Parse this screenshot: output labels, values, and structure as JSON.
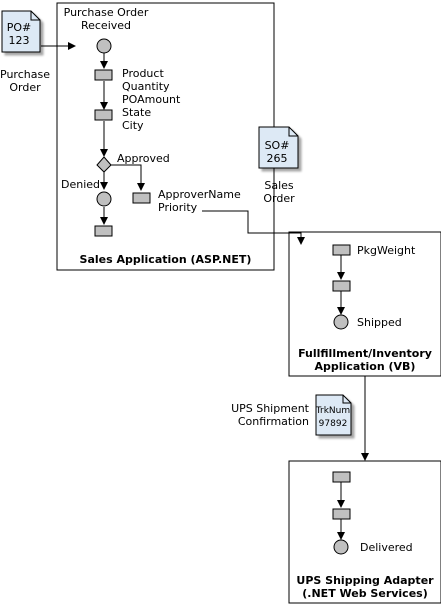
{
  "documents": {
    "po": {
      "line1": "PO#",
      "line2": "123",
      "caption1": "Purchase",
      "caption2": "Order"
    },
    "so": {
      "line1": "SO#",
      "line2": "265",
      "caption1": "Sales",
      "caption2": "Order"
    },
    "trk": {
      "line1": "TrkNum",
      "line2": "97892",
      "caption1": "UPS Shipment",
      "caption2": "Confirmation"
    }
  },
  "sales": {
    "start1": "Purchase Order",
    "start2": "Received",
    "fields": [
      "Product",
      "Quantity",
      "POAmount",
      "State",
      "City"
    ],
    "approved": "Approved",
    "denied": "Denied",
    "approver_fields": [
      "ApproverName",
      "Priority"
    ],
    "title": "Sales Application (ASP.NET)"
  },
  "fulfillment": {
    "field": "PkgWeight",
    "end": "Shipped",
    "title1": "Fullfillment/Inventory",
    "title2": "Application (VB)"
  },
  "ups": {
    "end": "Delivered",
    "title1": "UPS Shipping Adapter",
    "title2": "(.NET Web Services)"
  },
  "colors": {
    "shape_fill": "#c0c0c0",
    "doc_fill": "#dde9f5",
    "stroke": "#000000"
  }
}
